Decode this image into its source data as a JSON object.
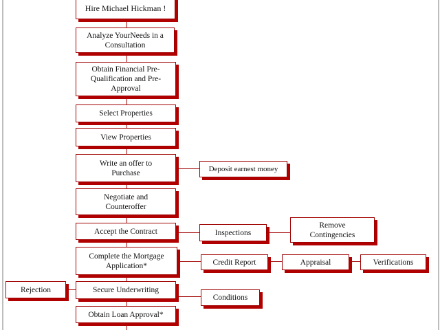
{
  "steps": {
    "hire": "Hire Michael Hickman !",
    "analyze": "Analyze YourNeeds in a Consultation",
    "obtain_financial": "Obtain Financial Pre-Qualification and Pre-Approval",
    "select": "Select Properties",
    "view": "View Properties",
    "write_offer": "Write an offer to Purchase",
    "deposit": "Deposit earnest money",
    "negotiate": "Negotiate and Counteroffer",
    "accept": "Accept the Contract",
    "inspections": "Inspections",
    "remove": "Remove Contingencies",
    "complete": "Complete the Mortgage Application*",
    "credit": "Credit Report",
    "appraisal": "Appraisal",
    "verifications": "Verifications",
    "rejection": "Rejection",
    "secure": "Secure Underwriting",
    "conditions": "Conditions",
    "loan_approval": "Obtain Loan Approval*"
  },
  "colors": {
    "border": "#a00000",
    "shadow": "#b00000"
  }
}
